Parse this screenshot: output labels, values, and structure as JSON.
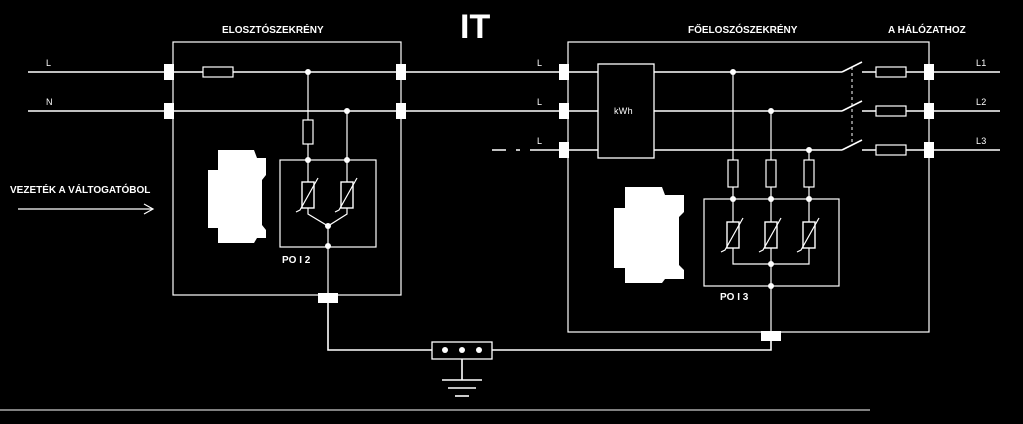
{
  "title": "IT",
  "left_cabinet": {
    "label": "ELOSZTÓSZEKRÉNY",
    "line_labels": [
      "L",
      "N"
    ],
    "spd_label": "PO I 2"
  },
  "right_cabinet": {
    "label": "FŐELOSZÓSZEKRÉNY",
    "line_labels": [
      "L",
      "L",
      "L"
    ],
    "meter_label": "kWh",
    "spd_label": "PO I 3"
  },
  "network": {
    "label": "A HÁLÓZATHOZ",
    "phase_labels": [
      "L1",
      "L2",
      "L3"
    ]
  },
  "incoming": {
    "label": "VEZETÉK A VÁLTOGATÓBOL"
  },
  "colors": {
    "background": "#000000",
    "foreground": "#ffffff"
  }
}
